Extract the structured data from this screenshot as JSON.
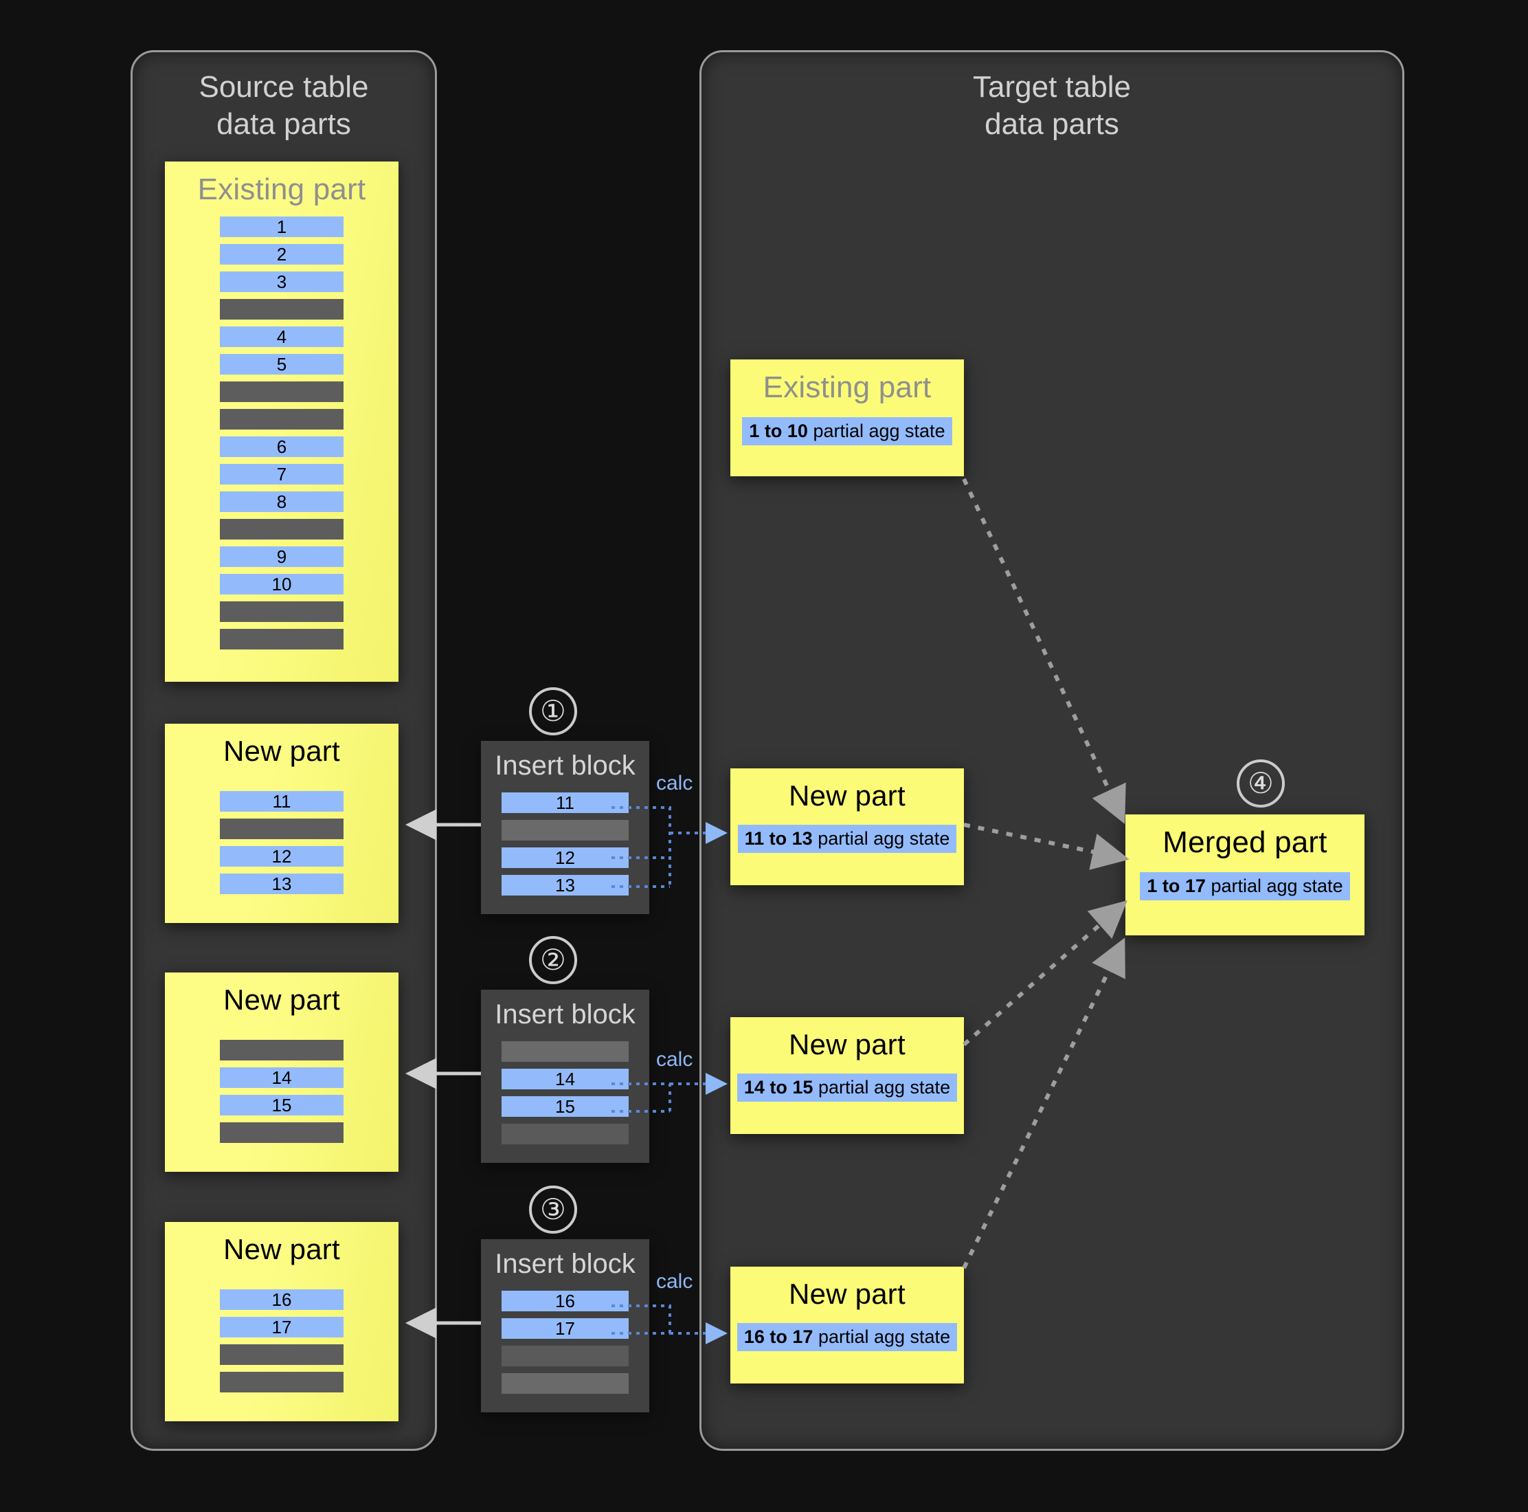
{
  "panels": {
    "source": {
      "title": "Source table\ndata parts"
    },
    "target": {
      "title": "Target table\ndata parts"
    }
  },
  "labels": {
    "existing_part": "Existing part",
    "new_part": "New part",
    "merged_part": "Merged part",
    "insert_block": "Insert block",
    "calc": "calc"
  },
  "steps": {
    "one": "①",
    "two": "②",
    "three": "③",
    "four": "④"
  },
  "source_parts": [
    {
      "title": "Existing part",
      "muted": true,
      "rows": [
        "1",
        "2",
        "3",
        "",
        "4",
        "5",
        "",
        "",
        "6",
        "7",
        "8",
        "",
        "9",
        "10",
        "",
        ""
      ]
    },
    {
      "title": "New part",
      "muted": false,
      "rows": [
        "11",
        "",
        "12",
        "13"
      ]
    },
    {
      "title": "New part",
      "muted": false,
      "rows": [
        "",
        "14",
        "15",
        ""
      ]
    },
    {
      "title": "New part",
      "muted": false,
      "rows": [
        "16",
        "17",
        "",
        ""
      ]
    }
  ],
  "insert_blocks": [
    {
      "step": "①",
      "title": "Insert block",
      "rows": [
        "11",
        "",
        "12",
        "13"
      ],
      "calc": "calc"
    },
    {
      "step": "②",
      "title": "Insert block",
      "rows": [
        "",
        "14",
        "15",
        ""
      ],
      "calc": "calc"
    },
    {
      "step": "③",
      "title": "Insert block",
      "rows": [
        "16",
        "17",
        "",
        ""
      ],
      "calc": "calc"
    }
  ],
  "target_parts": [
    {
      "title": "Existing part",
      "muted": true,
      "range": "1 to 10",
      "state": " partial agg state"
    },
    {
      "title": "New part",
      "muted": false,
      "range": "11 to 13",
      "state": " partial agg state"
    },
    {
      "title": "New part",
      "muted": false,
      "range": "14 to 15",
      "state": " partial agg state"
    },
    {
      "title": "New part",
      "muted": false,
      "range": "16 to 17",
      "state": " partial agg state"
    }
  ],
  "merged_part": {
    "step": "④",
    "title": "Merged part",
    "range": "1 to 17",
    "state": " partial agg state"
  },
  "colors": {
    "background": "#111111",
    "panel": "#363636",
    "panel_border": "#9a9a9a",
    "yellow": "#fbfb77",
    "blue": "#93bbfb",
    "gray_row": "#5d5d5d",
    "calc_blue": "#8fb8f7",
    "arrow": "#cfcfcf",
    "dotted": "#9e9e9e"
  }
}
